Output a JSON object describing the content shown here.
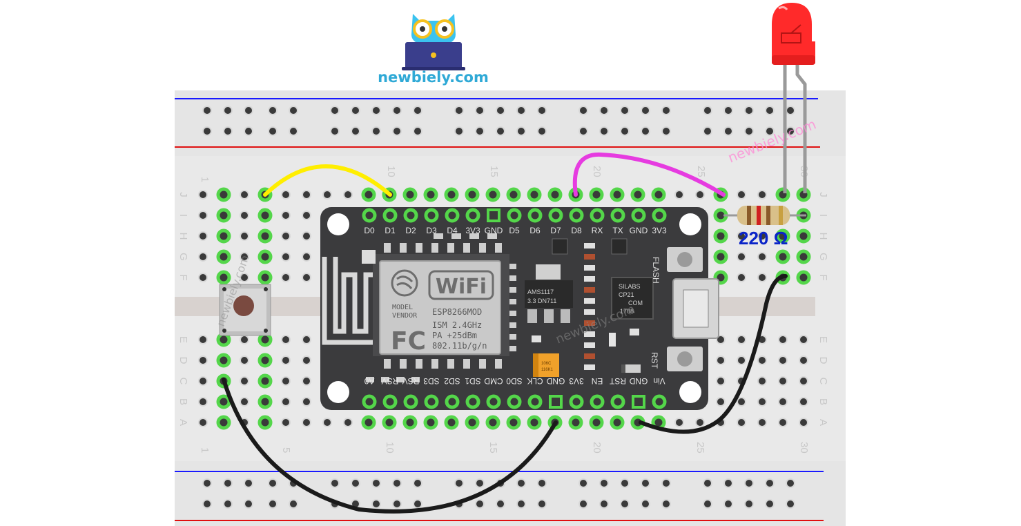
{
  "brand": {
    "site": "newbiely.com",
    "watermark": "newbiely.com"
  },
  "breadboard": {
    "column_numbers": [
      "1",
      "5",
      "10",
      "15",
      "20",
      "25",
      "30"
    ],
    "rows_top": [
      "J",
      "I",
      "H",
      "G",
      "F"
    ],
    "rows_bottom": [
      "E",
      "D",
      "C",
      "B",
      "A"
    ]
  },
  "module": {
    "top_pins": [
      "D0",
      "D1",
      "D2",
      "D3",
      "D4",
      "3V3",
      "GND",
      "D5",
      "D6",
      "D7",
      "D8",
      "RX",
      "TX",
      "GND",
      "3V3"
    ],
    "bottom_pins": [
      "A0",
      "RSV",
      "RSV",
      "SD3",
      "SD2",
      "SD1",
      "CMD",
      "SD0",
      "CLK",
      "GND",
      "3V3",
      "EN",
      "RST",
      "GND",
      "Vin"
    ],
    "wifi_logo": "WiFi",
    "model_text": [
      "MODEL",
      "VENDOR"
    ],
    "esp_name": "ESP8266MOD",
    "specs": [
      "ISM 2.4GHz",
      "PA  +25dBm",
      "802.11b/g/n"
    ],
    "fcc": "FC",
    "regulator": [
      "AMS1117",
      "3.3  DN711"
    ],
    "usb_chip": [
      "SILABS",
      "CP21",
      "COM",
      "1708"
    ],
    "flash_label": "FLASH",
    "rst_label": "RST",
    "cap_text": [
      "106C",
      "116K1"
    ]
  },
  "resistor": {
    "label": "220 Ω"
  },
  "colors": {
    "yellow_wire": "#ffee00",
    "magenta_wire": "#e63be0",
    "black_wire": "#1a1a1a",
    "led": "#ff2a2a",
    "board": "#3b3b3d",
    "rail_blue": "#1a1aff",
    "rail_red": "#e01010",
    "pin_highlight": "#54d64a"
  }
}
